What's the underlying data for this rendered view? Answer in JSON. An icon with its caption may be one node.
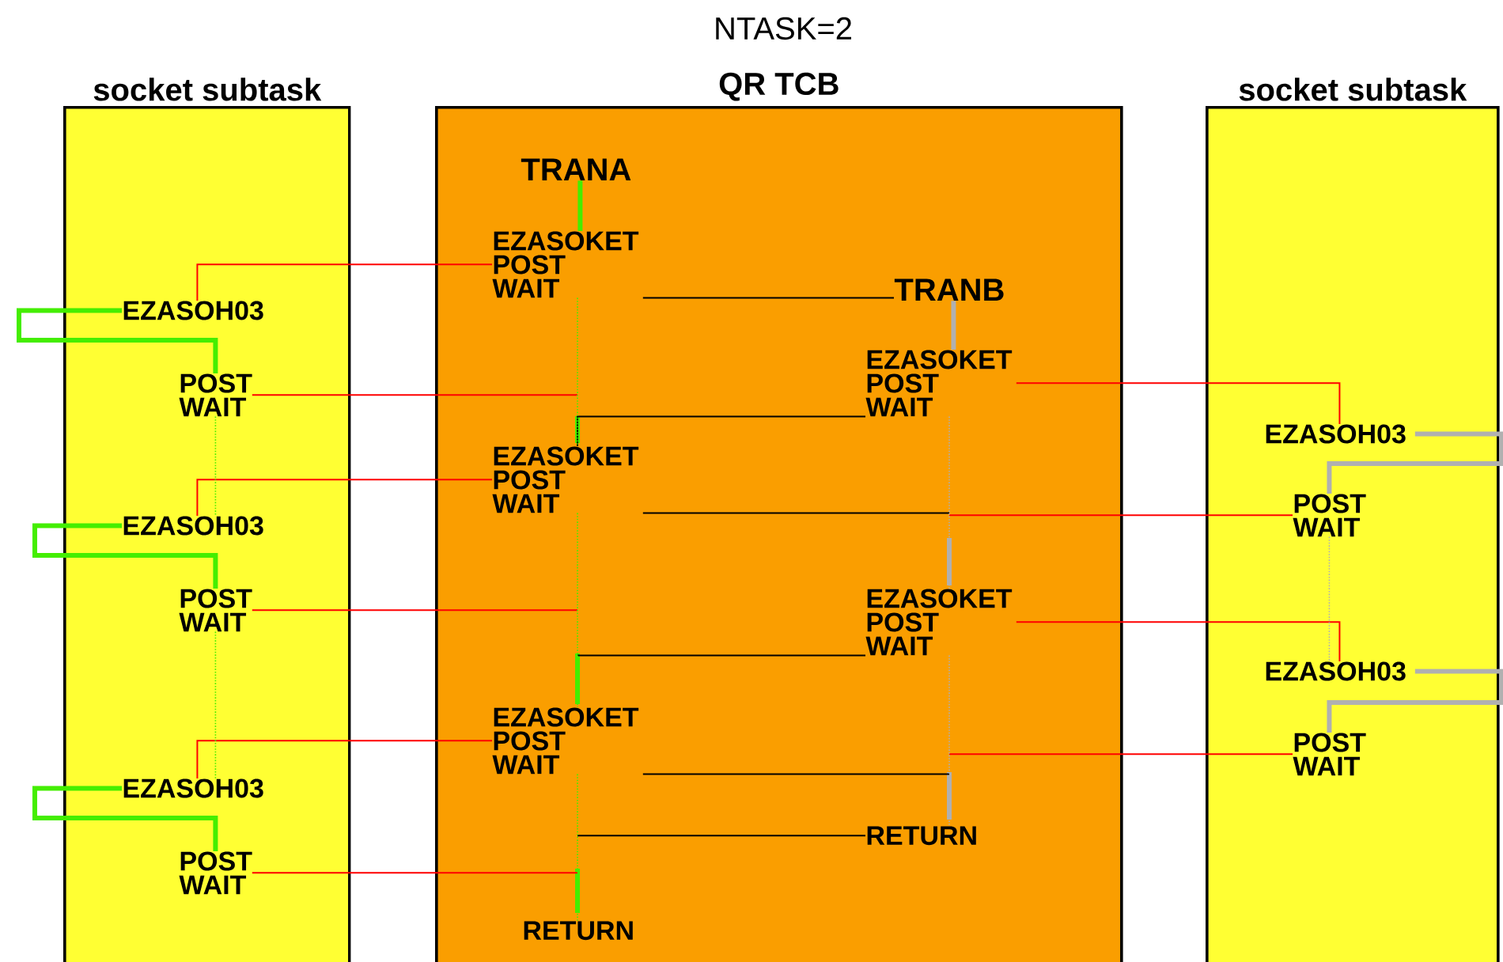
{
  "diagram": {
    "title": "NTASK=2",
    "nodes": [
      {
        "text": [
          "socket subtask"
        ]
      },
      {
        "text": [
          "QR TCB"
        ]
      },
      {
        "text": [
          "socket subtask"
        ]
      },
      {
        "text": [
          "EZASOH03"
        ],
        "in": 0
      },
      {
        "text": [
          "POST WAIT"
        ],
        "in": 0
      },
      {
        "text": [
          "EZASOH03"
        ],
        "in": 0
      },
      {
        "text": [
          "POST WAIT"
        ],
        "in": 0
      },
      {
        "text": [
          "EZASOH03"
        ],
        "in": 0
      },
      {
        "text": [
          "POST WAIT"
        ],
        "in": 0
      },
      {
        "text": [
          "TRANA"
        ],
        "in": 1
      },
      {
        "text": [
          "EZASOKET POST WAIT"
        ],
        "in": 1
      },
      {
        "text": [
          "TRANB"
        ],
        "in": 1
      },
      {
        "text": [
          "EZASOKET POST WAIT"
        ],
        "in": 1
      },
      {
        "text": [
          "EZASOKET POST WAIT"
        ],
        "in": 1
      },
      {
        "text": [
          "EZASOKET POST WAIT"
        ],
        "in": 1
      },
      {
        "text": [
          "EZASOKET POST WAIT"
        ],
        "in": 1
      },
      {
        "text": [
          "RETURN"
        ],
        "in": 1
      },
      {
        "text": [
          "RETURN"
        ],
        "in": 1
      },
      {
        "text": [
          "EZASOH03"
        ],
        "in": 2
      },
      {
        "text": [
          "POST WAIT"
        ],
        "in": 2
      },
      {
        "text": [
          "EZASOH03"
        ],
        "in": 2
      },
      {
        "text": [
          "POST WAIT"
        ],
        "in": 2
      }
    ],
    "edges": [
      {
        "from": 9,
        "to": 10,
        "arrow": "none",
        "style": "thick",
        "color": "#44ee00"
      },
      {
        "from": 10,
        "to": 3,
        "arrow": "none"
      },
      {
        "from": 10,
        "to": 11,
        "arrow": "none",
        "color": "#000000"
      },
      {
        "from": 3,
        "to": 4,
        "arrow": "none",
        "style": "thick",
        "color": "#44ee00"
      },
      {
        "from": 11,
        "to": 12,
        "arrow": "none",
        "style": "thick",
        "color": "#b0b0b0"
      },
      {
        "from": 4,
        "to": null,
        "arrow": "none"
      },
      {
        "from": 12,
        "to": 18,
        "arrow": "none"
      },
      {
        "from": 13,
        "to": 12,
        "arrow": "none",
        "color": "#000000"
      },
      {
        "from": 13,
        "to": 5,
        "arrow": "none"
      },
      {
        "from": 5,
        "to": 6,
        "arrow": "none",
        "style": "thick",
        "color": "#44ee00"
      },
      {
        "from": 18,
        "to": 19,
        "arrow": "none",
        "style": "thick",
        "color": "#b0b0b0"
      },
      {
        "from": 13,
        "to": null,
        "arrow": "none",
        "color": "#000000"
      },
      {
        "from": null,
        "to": 19,
        "arrow": "none"
      },
      {
        "from": 6,
        "to": null,
        "arrow": "none"
      },
      {
        "from": 14,
        "to": 20,
        "arrow": "none"
      },
      {
        "from": null,
        "to": 14,
        "arrow": "none",
        "color": "#000000"
      },
      {
        "from": 15,
        "to": 7,
        "arrow": "none"
      },
      {
        "from": 20,
        "to": 21,
        "arrow": "none",
        "style": "thick",
        "color": "#b0b0b0"
      },
      {
        "from": 15,
        "to": null,
        "arrow": "none",
        "color": "#000000"
      },
      {
        "from": null,
        "to": 21,
        "arrow": "none"
      },
      {
        "from": 7,
        "to": 8,
        "arrow": "none",
        "style": "thick",
        "color": "#44ee00"
      },
      {
        "from": 8,
        "to": null,
        "arrow": "none"
      },
      {
        "from": null,
        "to": 16,
        "arrow": "none",
        "color": "#000000"
      },
      {
        "from": 10,
        "to": 13,
        "arrow": "none",
        "style": "dashed",
        "color": "#44ee00"
      },
      {
        "from": 13,
        "to": 15,
        "arrow": "none",
        "style": "dashed",
        "color": "#44ee00"
      },
      {
        "from": 15,
        "to": 17,
        "arrow": "none",
        "style": "dashed",
        "color": "#44ee00"
      },
      {
        "from": 12,
        "to": 14,
        "arrow": "none",
        "style": "dashed",
        "color": "#b0b0b0"
      },
      {
        "from": 14,
        "to": 16,
        "arrow": "none",
        "style": "dashed",
        "color": "#b0b0b0"
      },
      {
        "from": 4,
        "to": 5,
        "arrow": "none",
        "style": "dashed",
        "color": "#44ee00"
      },
      {
        "from": 6,
        "to": 7,
        "arrow": "none",
        "style": "dashed",
        "color": "#44ee00"
      },
      {
        "from": 19,
        "to": 20,
        "arrow": "none",
        "style": "dashed",
        "color": "#b0b0b0"
      }
    ]
  }
}
